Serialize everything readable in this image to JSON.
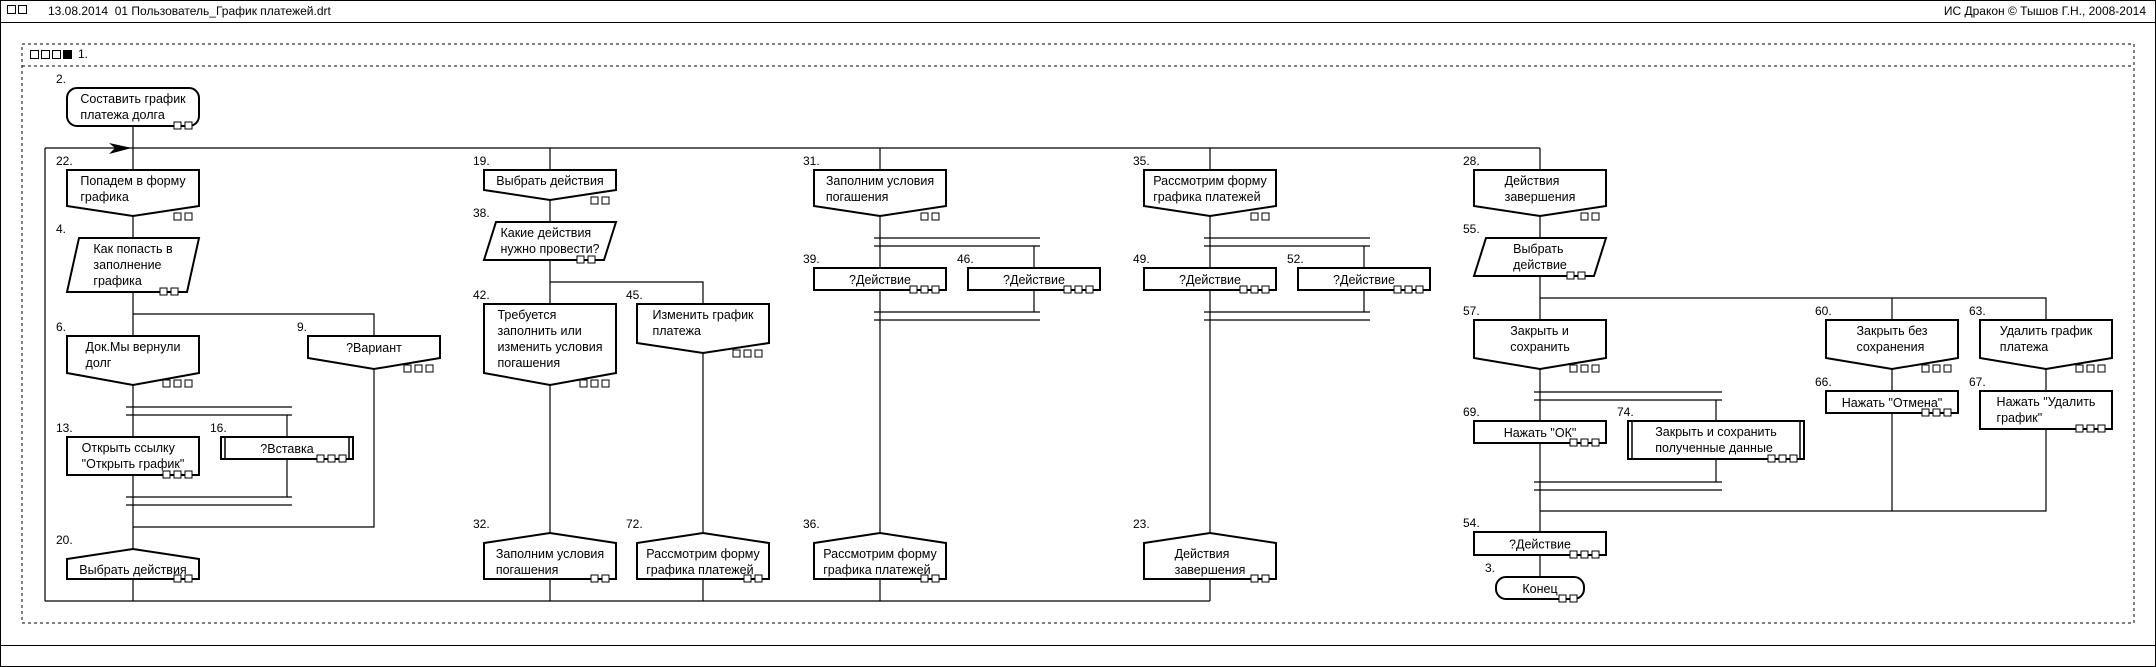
{
  "window": {
    "title": "13.08.2014  01 Пользователь_График платежей.drt",
    "copyright": "ИС Дракон © Тышов Г.Н., 2008-2014"
  },
  "section": {
    "number": "1."
  },
  "nodes": [
    {
      "id": "2",
      "label": "2.",
      "type": "start",
      "lines": [
        "Составить график",
        "платежа долга"
      ]
    },
    {
      "id": "22",
      "label": "22.",
      "type": "branch",
      "lines": [
        "Попадем в форму",
        "графика"
      ]
    },
    {
      "id": "4",
      "label": "4.",
      "type": "input",
      "lines": [
        "Как попасть в",
        "заполнение",
        "графика"
      ]
    },
    {
      "id": "6",
      "label": "6.",
      "type": "branch",
      "lines": [
        "Док.Мы вернули",
        "долг"
      ]
    },
    {
      "id": "9",
      "label": "9.",
      "type": "branch",
      "lines": [
        "?Вариант"
      ]
    },
    {
      "id": "13",
      "label": "13.",
      "type": "action",
      "lines": [
        "Открыть ссылку",
        "\"Открыть график\""
      ]
    },
    {
      "id": "16",
      "label": "16.",
      "type": "insert",
      "lines": [
        "?Вставка"
      ]
    },
    {
      "id": "20",
      "label": "20.",
      "type": "address",
      "lines": [
        "Выбрать действия"
      ]
    },
    {
      "id": "19",
      "label": "19.",
      "type": "branch",
      "lines": [
        "Выбрать действия"
      ]
    },
    {
      "id": "38",
      "label": "38.",
      "type": "input",
      "lines": [
        "Какие действия",
        "нужно провести?"
      ]
    },
    {
      "id": "42",
      "label": "42.",
      "type": "branch",
      "lines": [
        "Требуется",
        "заполнить или",
        "изменить условия",
        "погашения"
      ]
    },
    {
      "id": "45",
      "label": "45.",
      "type": "branch",
      "lines": [
        "Изменить график",
        "платежа"
      ]
    },
    {
      "id": "32",
      "label": "32.",
      "type": "address",
      "lines": [
        "Заполним условия",
        "погашения"
      ]
    },
    {
      "id": "72",
      "label": "72.",
      "type": "address",
      "lines": [
        "Рассмотрим форму",
        "графика платежей"
      ]
    },
    {
      "id": "31",
      "label": "31.",
      "type": "branch",
      "lines": [
        "Заполним условия",
        "погашения"
      ]
    },
    {
      "id": "39",
      "label": "39.",
      "type": "action",
      "lines": [
        "?Действие"
      ]
    },
    {
      "id": "46",
      "label": "46.",
      "type": "action",
      "lines": [
        "?Действие"
      ]
    },
    {
      "id": "36",
      "label": "36.",
      "type": "address",
      "lines": [
        "Рассмотрим форму",
        "графика платежей"
      ]
    },
    {
      "id": "35",
      "label": "35.",
      "type": "branch",
      "lines": [
        "Рассмотрим форму",
        "графика платежей"
      ]
    },
    {
      "id": "49",
      "label": "49.",
      "type": "action",
      "lines": [
        "?Действие"
      ]
    },
    {
      "id": "52",
      "label": "52.",
      "type": "action",
      "lines": [
        "?Действие"
      ]
    },
    {
      "id": "23",
      "label": "23.",
      "type": "address",
      "lines": [
        "Действия",
        "завершения"
      ]
    },
    {
      "id": "28",
      "label": "28.",
      "type": "branch",
      "lines": [
        "Действия",
        "завершения"
      ]
    },
    {
      "id": "55",
      "label": "55.",
      "type": "input",
      "lines": [
        "Выбрать",
        "действие"
      ]
    },
    {
      "id": "57",
      "label": "57.",
      "type": "branch",
      "lines": [
        "Закрыть и",
        "сохранить"
      ]
    },
    {
      "id": "60",
      "label": "60.",
      "type": "branch",
      "lines": [
        "Закрыть без",
        "сохранения"
      ]
    },
    {
      "id": "63",
      "label": "63.",
      "type": "branch",
      "lines": [
        "Удалить график",
        "платежа"
      ]
    },
    {
      "id": "69",
      "label": "69.",
      "type": "action",
      "lines": [
        "Нажать \"ОК\""
      ]
    },
    {
      "id": "74",
      "label": "74.",
      "type": "insert",
      "lines": [
        "Закрыть и сохранить",
        "полученные данные"
      ]
    },
    {
      "id": "66",
      "label": "66.",
      "type": "action",
      "lines": [
        "Нажать \"Отмена\""
      ]
    },
    {
      "id": "67",
      "label": "67.",
      "type": "action",
      "lines": [
        "Нажать \"Удалить",
        "график\""
      ]
    },
    {
      "id": "54",
      "label": "54.",
      "type": "action",
      "lines": [
        "?Действие"
      ]
    },
    {
      "id": "3",
      "label": "3.",
      "type": "end",
      "lines": [
        "Конец"
      ]
    }
  ]
}
